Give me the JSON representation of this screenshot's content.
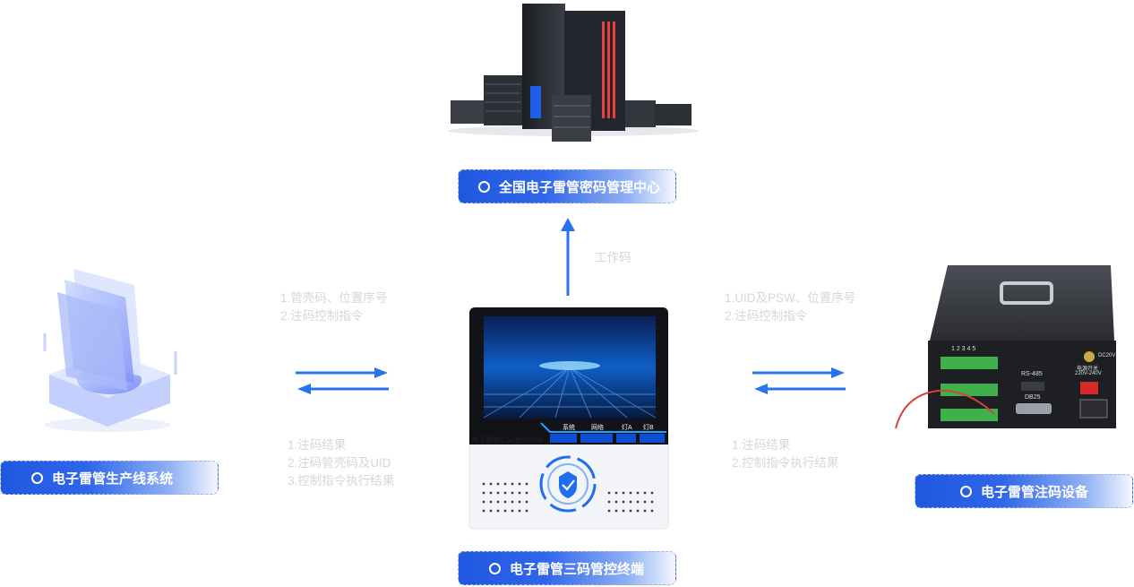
{
  "nodes": {
    "center_top": "全国电子雷管密码管理中心",
    "left": "电子雷管生产线系统",
    "right": "电子雷管注码设备",
    "bottom": "电子雷管三码管控终端"
  },
  "edge_labels": {
    "up": "工作码",
    "left_top": [
      "1.管壳码、位置序号",
      "2.注码控制指令"
    ],
    "left_bottom": [
      "1.注码结果",
      "2.注码管壳码及UID",
      "3.控制指令执行结果"
    ],
    "right_top": [
      "1.UID及PSW、位置序号",
      "2.注码控制指令"
    ],
    "right_bottom": [
      "1.注码结果",
      "2.控制指令执行结果"
    ]
  },
  "terminal": {
    "title": "电子雷管三码管控终端",
    "tabs": [
      "系统",
      "网络",
      "灯A",
      "灯B"
    ]
  },
  "box_panel": {
    "labels": [
      "1 2 3 4 5",
      "RS-485",
      "DB25",
      "DC20V",
      "电源开关",
      "220V-240V"
    ]
  },
  "colors": {
    "accent": "#2f6bf0",
    "arrow": "#2a73f0",
    "muted_text": "#d6d6dc"
  }
}
